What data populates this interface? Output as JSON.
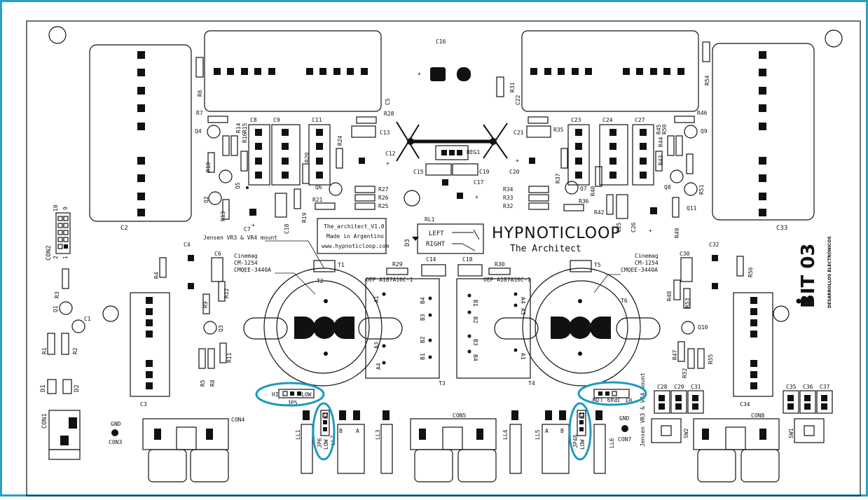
{
  "colors": {
    "frame": "#2a9fc8",
    "highlight": "#1a9bc0",
    "silk": "#111111"
  },
  "board": {
    "brand": "HYPNOTIC",
    "brand_suffix": "LOOP",
    "product": "The Architect",
    "info_lines": [
      "The_architect_V1.0",
      "Made in Argentino",
      "www.hypnoticloop.com"
    ],
    "maker": "BIT 03",
    "maker_sub": "DESARROLLOS ELECTRÓNICOS",
    "relay_left": "LEFT",
    "relay_right": "RIGHT",
    "mount_left": "Jensen VR3 & VR4 mount",
    "mount_right": "Jensen VR3 & VR4 mount",
    "cinemag_left": [
      "Cinemag",
      "CM-1254",
      "CMQEE-3440A"
    ],
    "cinemag_right": [
      "Cinemag",
      "CM-1254",
      "CMQEE-3440A"
    ],
    "oep_left": "OEP A187A16C-1",
    "oep_right": "OEP A187A16C-1"
  },
  "labels": {
    "C16": "C16",
    "C2": "C2",
    "C33": "C33",
    "C3": "C3",
    "C34": "C34",
    "R6": "R6",
    "R7": "R7",
    "R14": "R14",
    "R15": "R15",
    "R16": "R16",
    "Q4": "Q4",
    "R10": "R10",
    "Q5": "Q5",
    "Q2": "Q2",
    "R13": "R13",
    "C8": "C8",
    "C9": "C9",
    "C11": "C11",
    "R20": "R20",
    "R24": "R24",
    "R28": "R28",
    "C5": "C5",
    "C13": "C13",
    "C12": "C12",
    "REG1": "REG1",
    "C15": "C15",
    "C17": "C17",
    "C19": "C19",
    "C20": "C20",
    "C21": "C21",
    "R35": "R35",
    "C22": "C22",
    "R31": "R31",
    "R54": "R54",
    "R46": "R46",
    "R45": "R45",
    "R50": "R50",
    "C23": "C23",
    "C24": "C24",
    "C27": "C27",
    "R44": "R44",
    "Q9": "Q9",
    "R43": "R43",
    "R37": "R37",
    "Q7": "Q7",
    "R40": "R40",
    "R34": "R34",
    "R33": "R33",
    "R32": "R32",
    "R36": "R36",
    "R42": "R42",
    "C25": "C25",
    "C26": "C26",
    "R49": "R49",
    "Q8": "Q8",
    "R51": "R51",
    "Q11": "Q11",
    "Q6": "Q6",
    "R27": "R27",
    "R26": "R26",
    "R25": "R25",
    "R21": "R21",
    "R19": "R19",
    "C10": "C10",
    "C7": "C7",
    "RL1": "RL1",
    "D3": "D3",
    "CON2": "CON2",
    "R3": "R3",
    "Q1": "Q1",
    "C1": "C1",
    "R1": "R1",
    "R2": "R2",
    "D1": "D1",
    "D2": "D2",
    "CON1": "CON1",
    "GND1": "GND",
    "CON3": "CON3",
    "CON4": "CON4",
    "C4": "C4",
    "R4": "R4",
    "C6": "C6",
    "R12": "R12",
    "R9": "R9",
    "Q3": "Q3",
    "R5": "R5",
    "R8": "R8",
    "R11": "R11",
    "T1": "T1",
    "T2": "T2",
    "R29": "R29",
    "C14": "C14",
    "C18": "C18",
    "R30": "R30",
    "T3": "T3",
    "T4": "T4",
    "T5": "T5",
    "T6": "T6",
    "A1": "A1",
    "A3": "A3",
    "A4": "A4",
    "B4": "B4",
    "B3": "B3",
    "B2": "B2",
    "B1": "B1",
    "C32": "C32",
    "C30": "C30",
    "R56": "R56",
    "R48": "R48",
    "R53": "R53",
    "Q10": "Q10",
    "R47": "R47",
    "R52": "R52",
    "R55": "R55",
    "JP5": "JP5",
    "HI": "HI",
    "LOW": "LOW",
    "JP49": "JP49",
    "LL1": "LL1",
    "JP6": "JP6",
    "LL2": "LL2",
    "LL3": "LL3",
    "CON5": "CON5",
    "LL4": "LL4",
    "LL5": "LL5",
    "JP48": "JP48",
    "LL6": "LL6",
    "GND2": "GND",
    "CON7": "CON7",
    "C28": "C28",
    "C29": "C29",
    "C31": "C31",
    "SW2": "SW2",
    "CON8": "CON8",
    "C35": "C35",
    "C36": "C36",
    "C37": "C37",
    "SW1": "SW1",
    "A": "A",
    "B": "B",
    "n10": "10",
    "n9": "9",
    "n2": "2",
    "n1": "1"
  }
}
